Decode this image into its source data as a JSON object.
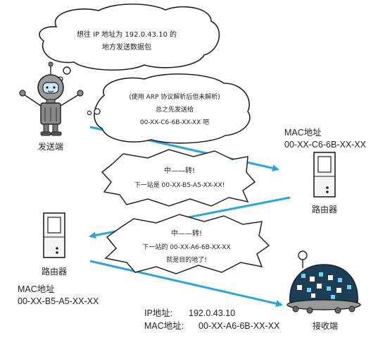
{
  "bubbles": {
    "top": {
      "line1": "想往 IP 地址为 192.0.43.10 的",
      "line2": "地方发送数据包"
    },
    "arp": {
      "line1": "(使用 ARP 协议解析后但未解析)",
      "line2": "总之先发送给",
      "line3": "00-XX-C6-6B-XX-XX 吧"
    },
    "router1": {
      "line1": "中——转!",
      "line2": "下一站是 00-XX-B5-A5-XX-XX!"
    },
    "router2": {
      "line1": "中——转!",
      "line2": "下一站的 00-XX-A6-6B-XX-XX",
      "line3": "就是目的地了!"
    }
  },
  "sender": {
    "label": "发送端"
  },
  "router_right": {
    "mac_title": "MAC地址",
    "mac_value": "00-XX-C6-6B-XX-XX",
    "label": "路由器"
  },
  "router_left": {
    "label": "路由器",
    "mac_title": "MAC地址",
    "mac_value": "00-XX-B5-A5-XX-XX"
  },
  "receiver": {
    "ip_label": "IP地址:",
    "ip_value": "192.0.43.10",
    "mac_label": "MAC地址:",
    "mac_value": "00-XX-A6-6B-XX-XX",
    "label": "接收端"
  },
  "colors": {
    "arrow": "#29a8d8",
    "ink": "#222222",
    "router_fill": "#f4f4f4",
    "receiver_body": "#1c3f57"
  }
}
